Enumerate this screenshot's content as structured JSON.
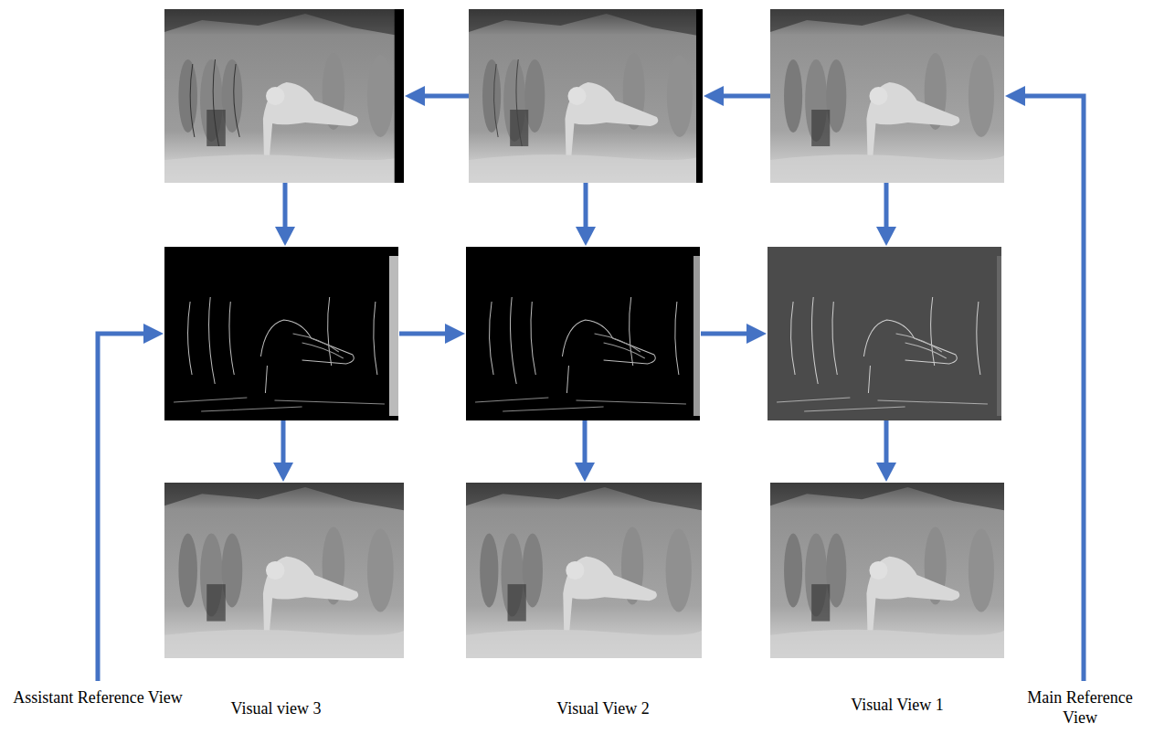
{
  "diagram": {
    "labels": [
      "Assistant Reference View",
      "Visual view 3",
      "Visual View 2",
      "Visual View 1",
      "Main Reference View"
    ]
  }
}
